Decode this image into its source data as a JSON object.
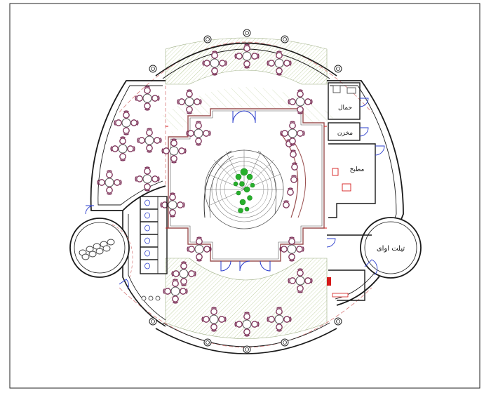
{
  "plan": {
    "labels": {
      "hammal": "حمال",
      "makhzan": "مخزن",
      "matbakh": "مطبخ",
      "tilet": "تیلت اوای"
    },
    "colors": {
      "wall": "#1a1a1a",
      "hatch": "#c2d2a6",
      "dashed_guide": "#d77a7a",
      "furniture": "#7a2d55",
      "door": "#2a3ccc",
      "planting": "#27b02c",
      "accent_red": "#d61a1a"
    }
  }
}
